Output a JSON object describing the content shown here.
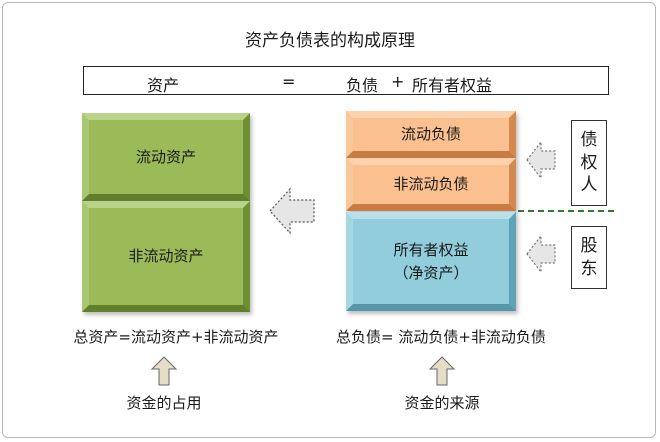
{
  "title": "资产负债表的构成原理",
  "equation": {
    "assets": "资产",
    "equals": "=",
    "liabilities": "负债",
    "plus": "+",
    "equity": "所有者权益"
  },
  "assets_side": {
    "current": "流动资产",
    "noncurrent": "非流动资产",
    "total_formula": "总资产=流动资产+非流动资产",
    "caption": "资金的占用"
  },
  "sources_side": {
    "current_liab": "流动负债",
    "noncurrent_liab": "非流动负债",
    "equity_line1": "所有者权益",
    "equity_line2": "（净资产）",
    "total_formula": "总负债= 流动负债+非流动负债",
    "caption": "资金的来源"
  },
  "parties": {
    "creditors_chars": [
      "债",
      "权",
      "人"
    ],
    "shareholders_chars": [
      "股",
      "东"
    ]
  },
  "colors": {
    "assets_green": "#9bbb59",
    "liabilities_orange": "#fac08f",
    "equity_blue": "#92cddc",
    "divider_green": "#2e7d32",
    "arrow_gray": "#e6e6e6"
  }
}
